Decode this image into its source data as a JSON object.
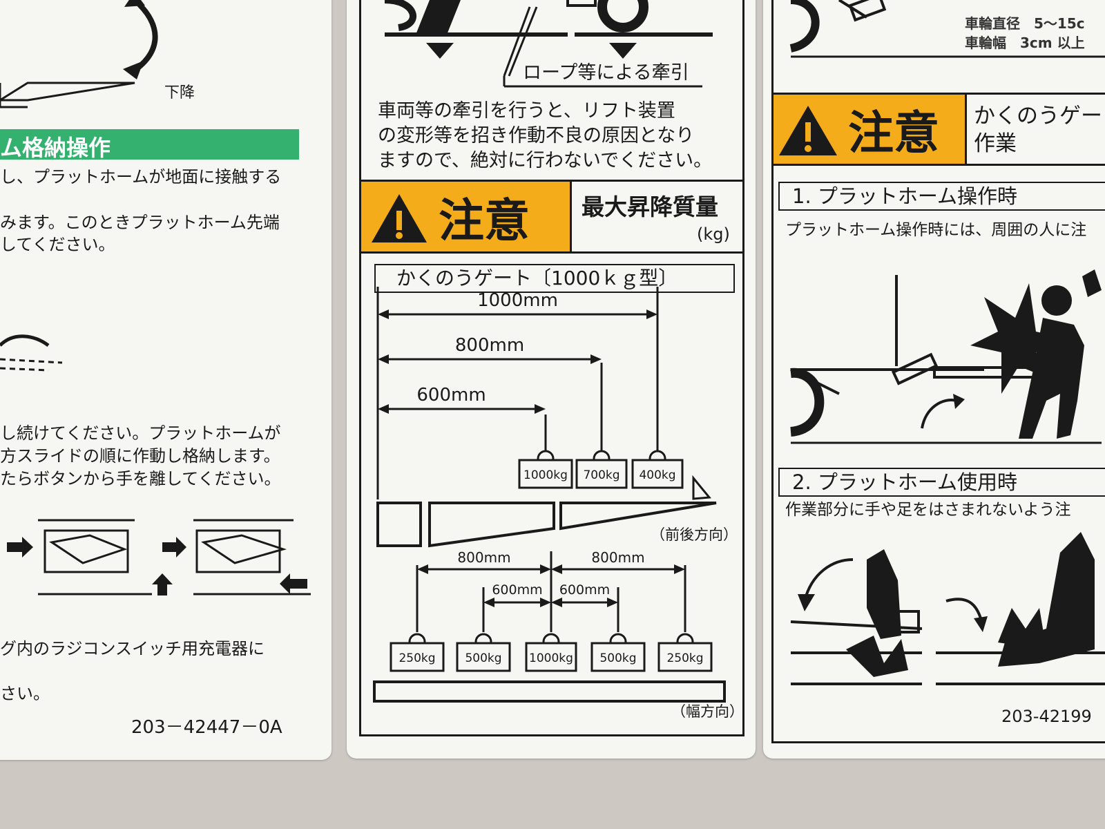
{
  "left_panel": {
    "lower_label": "下降",
    "green_heading": "ム格納操作",
    "para1": [
      "し、プラットホームが地面に接触する",
      "みます。このときプラットホーム先端",
      "してください。"
    ],
    "para2": [
      "し続けてください。プラットホームが",
      "方スライドの順に作動し格納します。",
      "たらボタンから手を離してください。"
    ],
    "para3": [
      "グ内のラジコンスイッチ用充電器に",
      "さい。"
    ],
    "part_number": "203－42447－0A"
  },
  "middle_panel": {
    "rope_label": "ロープ等による牽引",
    "tow_warning": [
      "車両等の牽引を行うと、リフト装置",
      "の変形等を招き作動不良の原因となり",
      "ますので、絶対に行わないでください。"
    ],
    "caution_word": "注意",
    "caution_title": "最大昇降質量",
    "caution_unit": "(kg)",
    "gate_model": "かくのうゲート〔1000ｋｇ型〕",
    "fb_direction": "（前後方向）",
    "width_direction": "（幅方向）"
  },
  "right_panel": {
    "wheel_diameter": "車輪直径　5～15c",
    "wheel_width": "車輪幅　3cm 以上",
    "caution_word": "注意",
    "caution_title": [
      "かくのうゲー",
      "作業"
    ],
    "step1_title": "1. プラットホーム操作時",
    "step1_text": "プラットホーム操作時には、周囲の人に注",
    "step2_title": "2. プラットホーム使用時",
    "step2_text": "作業部分に手や足をはさまれないよう注",
    "part_number": "203-42199"
  },
  "chart_data": [
    {
      "type": "table",
      "title": "前後方向",
      "distances": [
        "1000mm",
        "800mm",
        "600mm"
      ],
      "loads": [
        "1000kg",
        "700kg",
        "400kg"
      ],
      "distance_values_mm": [
        600,
        800,
        1000
      ],
      "load_values_kg": [
        1000,
        700,
        400
      ]
    },
    {
      "type": "table",
      "title": "幅方向",
      "outer_offsets": [
        "800mm",
        "800mm"
      ],
      "inner_offsets": [
        "600mm",
        "600mm"
      ],
      "loads": [
        "250kg",
        "500kg",
        "1000kg",
        "500kg",
        "250kg"
      ],
      "load_values_kg": [
        250,
        500,
        1000,
        500,
        250
      ]
    }
  ],
  "colors": {
    "caution_yellow": "#f5ac1a",
    "green_heading": "#34b06f",
    "ink": "#1a1a1a",
    "sticker": "#f6f6f3"
  }
}
